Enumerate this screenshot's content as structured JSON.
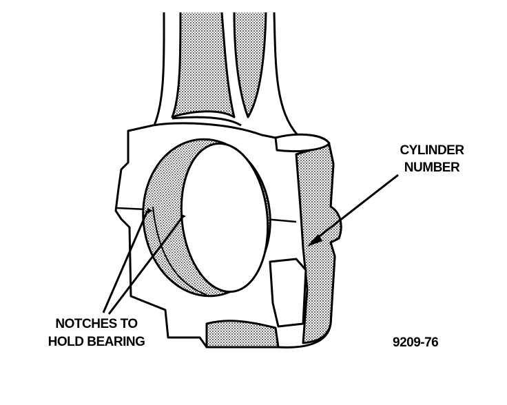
{
  "labels": {
    "cylinder_line1": "CYLINDER",
    "cylinder_line2": "NUMBER",
    "notches_line1": "NOTCHES TO",
    "notches_line2": "HOLD BEARING",
    "figure_number": "9209-76"
  },
  "colors": {
    "line": "#000000",
    "background": "#ffffff",
    "stipple": "#555555"
  }
}
